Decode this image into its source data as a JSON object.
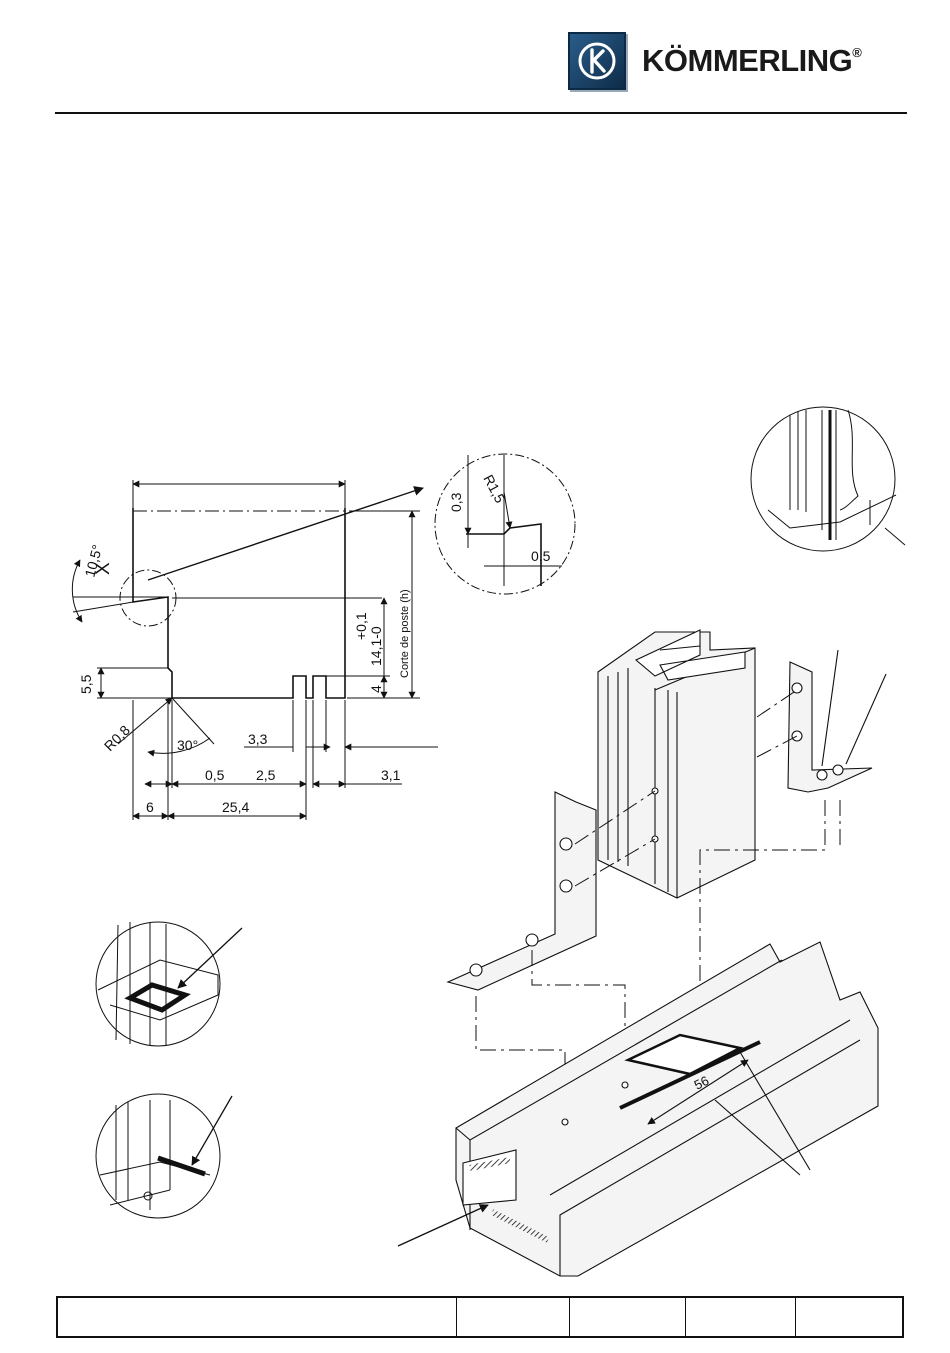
{
  "brand": {
    "name": "KÖMMERLING",
    "registered": "®",
    "logo_icon": "kommerling-k-icon"
  },
  "dimensions": {
    "r0_8": "R0,8",
    "dim_5_5": "5,5",
    "angle_10_5": "10,5°",
    "detail_x": "X",
    "angle_30": "30°",
    "dim_3_3": "3,3",
    "dim_0_5": "0,5",
    "dim_2_5": "2,5",
    "dim_3_1": "3,1",
    "dim_6": "6",
    "dim_25_4": "25,4",
    "tol_plus": "+0,1",
    "tol_base": "14,1-0",
    "dim_4": "4",
    "post_cut_label": "Corte de poste (h)"
  },
  "detail": {
    "dim_0_3": "0,3",
    "radius_1_5": "R1,5",
    "dim_0_5": "0,5"
  },
  "assembly": {
    "length_56": "56"
  },
  "colors": {
    "line": "#111111",
    "profile_fill": "#f4f4f4",
    "logo_blue": "#1f4a73"
  }
}
